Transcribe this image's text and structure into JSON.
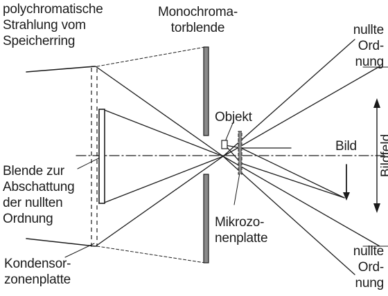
{
  "labels": {
    "source": [
      "polychromatische",
      "Strahlung vom",
      "Speicherring"
    ],
    "monochromator": [
      "Monochroma-",
      "torblende"
    ],
    "zero_order_top": [
      "nullte",
      "Ord-",
      "nung"
    ],
    "object": "Objekt",
    "image": "Bild",
    "field": "Bildfeld",
    "stop": [
      "Blende zur",
      "Abschattung",
      "der nullten",
      "Ordnung"
    ],
    "microzone": [
      "Mikrozo-",
      "nenplatte"
    ],
    "zero_order_bottom": [
      "nullte",
      "Ord-",
      "nung"
    ],
    "condenser": [
      "Kondensor-",
      "zonenplatte"
    ]
  },
  "colors": {
    "line": "#1a1a1a",
    "fill": "#8a8a8a"
  }
}
